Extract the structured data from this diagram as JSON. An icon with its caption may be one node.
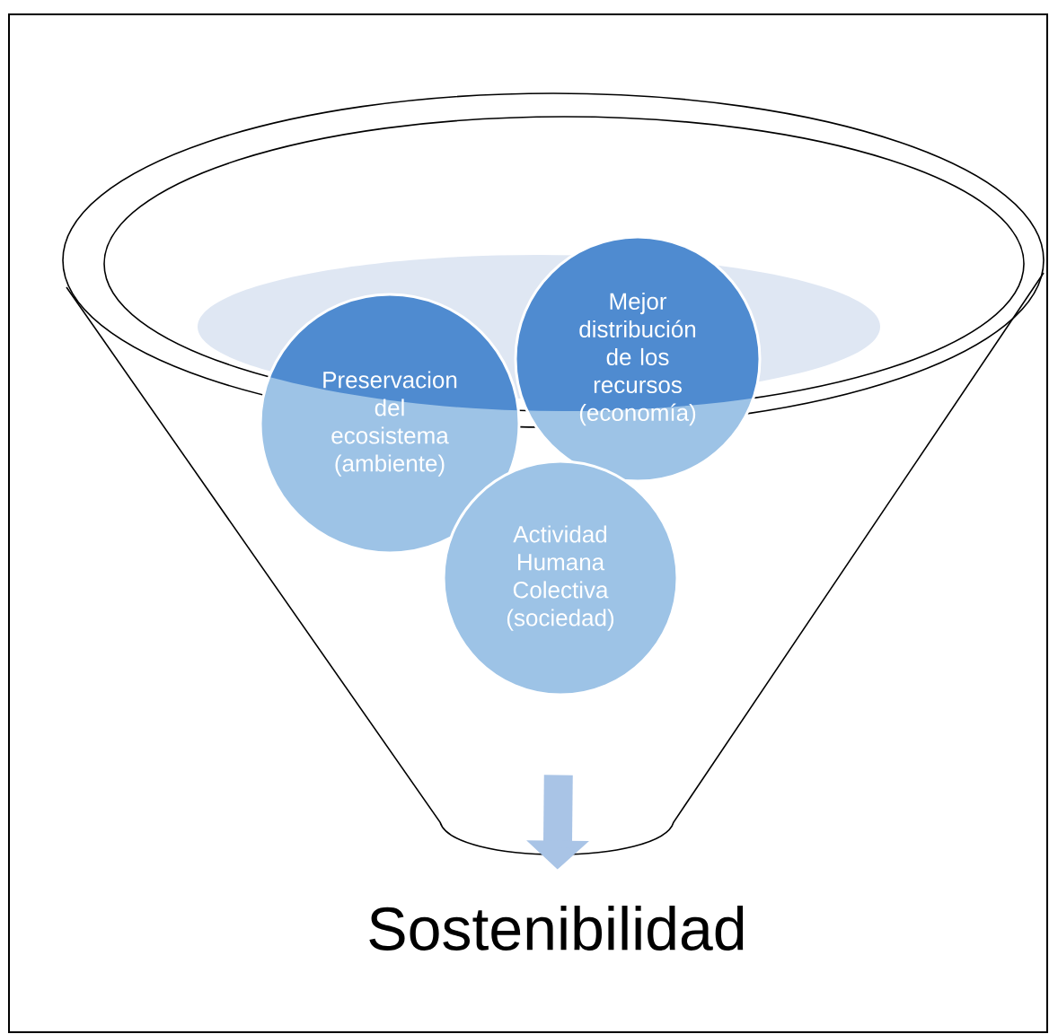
{
  "diagram": {
    "nodes": [
      {
        "text": [
          "Preservacion del ecosistema (ambiente)"
        ]
      },
      {
        "text": [
          "Mejor distribución de los recursos (economía)"
        ]
      },
      {
        "text": [
          "Actividad Humana Colectiva (sociedad)"
        ]
      },
      {
        "text": [
          "Sostenibilidad"
        ]
      }
    ],
    "edges": [
      {
        "from": 2,
        "to": 3,
        "arrow": "to"
      }
    ]
  }
}
